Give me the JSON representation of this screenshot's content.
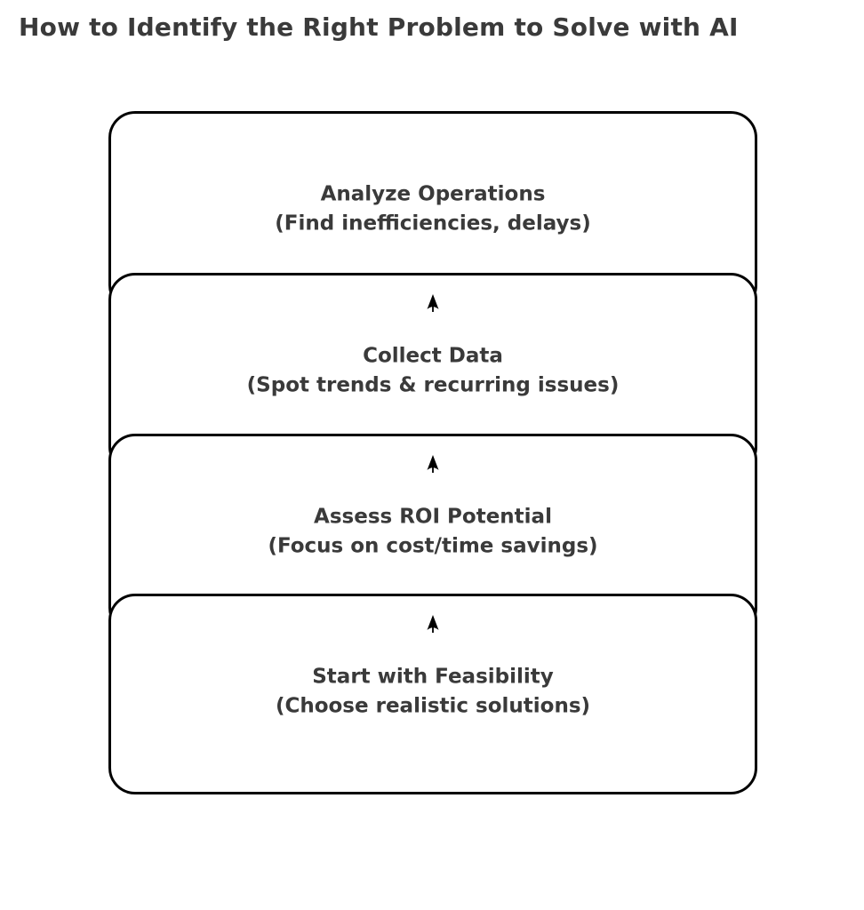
{
  "title": "How to Identify the Right Problem to Solve with AI",
  "diagram": {
    "steps": [
      {
        "title": "Analyze Operations",
        "subtitle": "(Find inefficiencies, delays)"
      },
      {
        "title": "Collect Data",
        "subtitle": "(Spot trends & recurring issues)"
      },
      {
        "title": "Assess ROI Potential",
        "subtitle": "(Focus on cost/time savings)"
      },
      {
        "title": "Start with Feasibility",
        "subtitle": "(Choose realistic solutions)"
      }
    ],
    "arrow_direction": "up",
    "colors": {
      "background": "#ffffff",
      "box_fill": "#ffffff",
      "box_border": "#000000",
      "text": "#3a3a3a",
      "arrow": "#000000"
    }
  }
}
